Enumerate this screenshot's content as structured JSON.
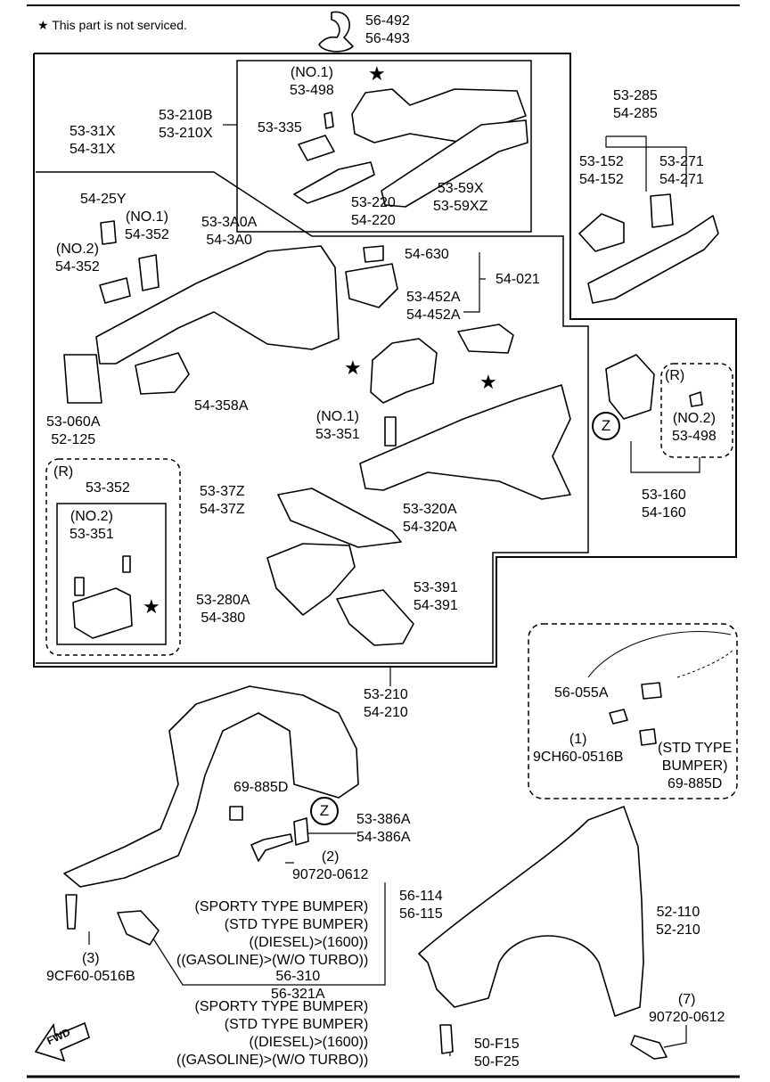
{
  "note": {
    "star": "★",
    "text": "This part is not serviced."
  },
  "labels": {
    "p56492": "56-492\n56-493",
    "p53210B": "53-210B\n53-210X",
    "p53498no1": "(NO.1)\n53-498",
    "p53335": "53-335",
    "p53220": "53-220\n54-220",
    "p5359X": "53-59X\n53-59XZ",
    "p5331X": "53-31X\n54-31X",
    "p53285": "53-285\n54-285",
    "p53152": "53-152\n54-152",
    "p53271": "53-271\n54-271",
    "p5425Y": "54-25Y",
    "p54352no1": "(NO.1)\n54-352",
    "p54352no2": "(NO.2)\n54-352",
    "p533A0A": "53-3A0A\n54-3A0",
    "p54630": "54-630",
    "p54021": "54-021",
    "p53452A": "53-452A\n54-452A",
    "p53060A": "53-060A\n52-125",
    "p54358A": "54-358A",
    "p53351no1": "(NO.1)\n53-351",
    "r1": "(R)",
    "p53352": "53-352",
    "p53351no2": "(NO.2)\n53-351",
    "p5337Z": "53-37Z\n54-37Z",
    "p53320A": "53-320A\n54-320A",
    "p53280A": "53-280A\n54-380",
    "p53391": "53-391\n54-391",
    "r2": "(R)",
    "p53498no2": "(NO.2)\n53-498",
    "p53160": "53-160\n54-160",
    "z": "Z",
    "p53210": "53-210\n54-210",
    "p56055A": "56-055A",
    "p9CH60": "(1)\n9CH60-0516B",
    "stdBumper": "(STD TYPE\nBUMPER)\n69-885D",
    "p69885D": "69-885D",
    "p53386A": "53-386A\n54-386A",
    "p90720a": "(2)\n90720-0612",
    "p56114": "56-114\n56-115",
    "cond1": "(SPORTY TYPE BUMPER)\n(STD TYPE BUMPER)\n((DIESEL)>(1600))\n((GASOLINE)>(W/O TURBO))",
    "p9CF60": "(3)\n9CF60-0516B",
    "p56310": "56-310\n56-321A",
    "cond2": "(SPORTY TYPE BUMPER)\n(STD TYPE BUMPER)\n((DIESEL)>(1600))\n((GASOLINE)>(W/O TURBO))",
    "p52110": "52-110\n52-210",
    "p90720b": "(7)\n90720-0612",
    "p50F15": "50-F15\n50-F25",
    "fwd": "FWD"
  }
}
